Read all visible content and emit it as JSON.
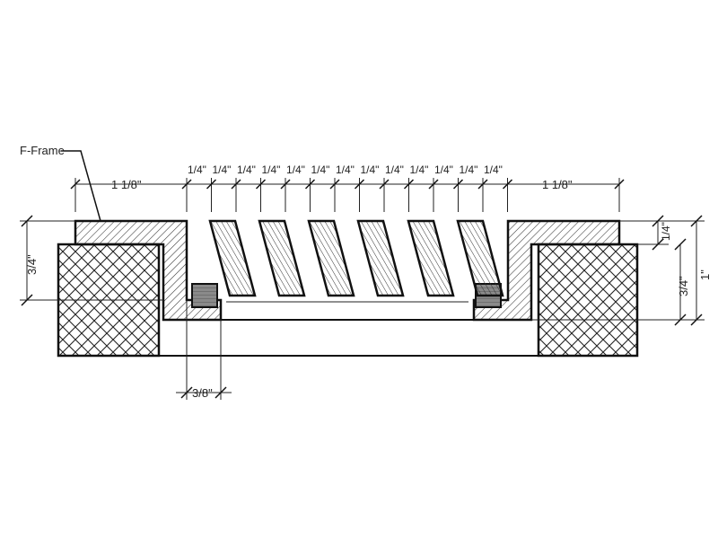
{
  "labels": {
    "frame_callout": "F-Frame",
    "left_margin": "1 1/8\"",
    "right_margin": "1 1/8\"",
    "slat_spacing": [
      "1/4\"",
      "1/4\"",
      "1/4\"",
      "1/4\"",
      "1/4\"",
      "1/4\"",
      "1/4\"",
      "1/4\"",
      "1/4\"",
      "1/4\"",
      "1/4\"",
      "1/4\"",
      "1/4\""
    ],
    "left_height": "3/4\"",
    "right_top": "1/4\"",
    "right_height": "3/4\"",
    "right_total": "1\"",
    "bottom_offset": "3/8\""
  },
  "colors": {
    "line": "#111111",
    "hatch": "#333333",
    "insert_fill": "#8a8a8a",
    "background": "#ffffff"
  }
}
